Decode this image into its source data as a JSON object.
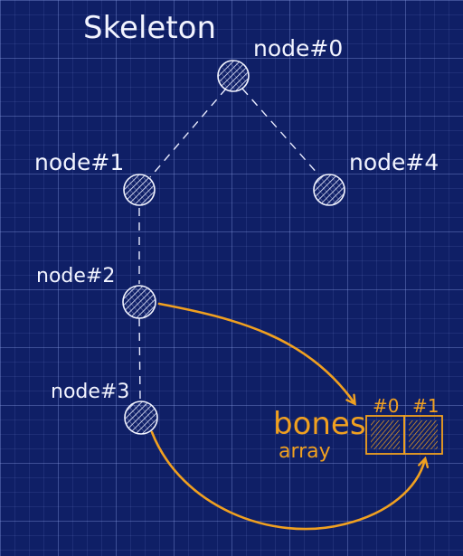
{
  "title": "Skeleton",
  "nodes": [
    {
      "label": "node#0"
    },
    {
      "label": "node#1"
    },
    {
      "label": "node#2"
    },
    {
      "label": "node#3"
    },
    {
      "label": "node#4"
    }
  ],
  "bones": {
    "label": "bones",
    "sublabel": "array",
    "cells": [
      {
        "label": "#0"
      },
      {
        "label": "#1"
      }
    ]
  },
  "colors": {
    "background": "#0f1f66",
    "ink": "#f2f4ff",
    "accent": "#f0a020"
  }
}
